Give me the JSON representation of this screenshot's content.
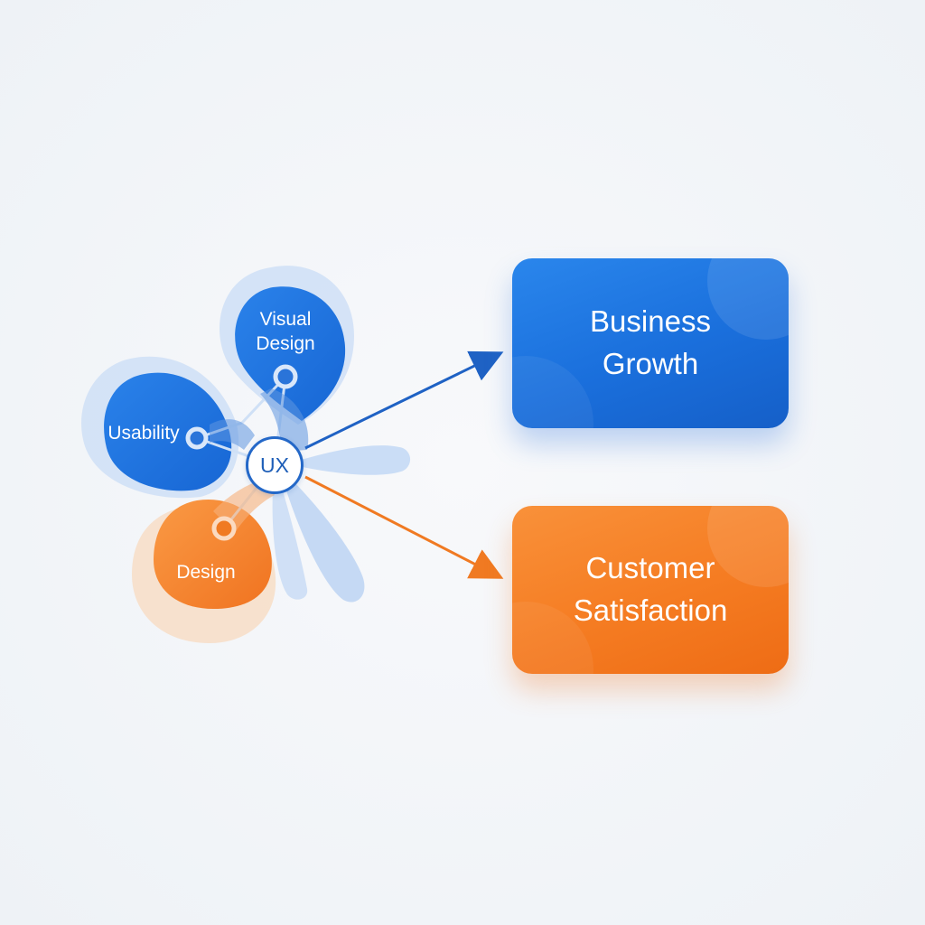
{
  "hub": {
    "label": "UX"
  },
  "petals": {
    "visual_design": "Visual Design",
    "usability": "Usability",
    "design": "Design"
  },
  "outcomes": {
    "business_growth": "Business Growth",
    "customer_satisfaction": "Customer Satisfaction"
  },
  "colors": {
    "blue": "#1a6fdc",
    "orange": "#f57c22",
    "light_blue": "#bcd5f3",
    "background": "#f4f6f9"
  }
}
